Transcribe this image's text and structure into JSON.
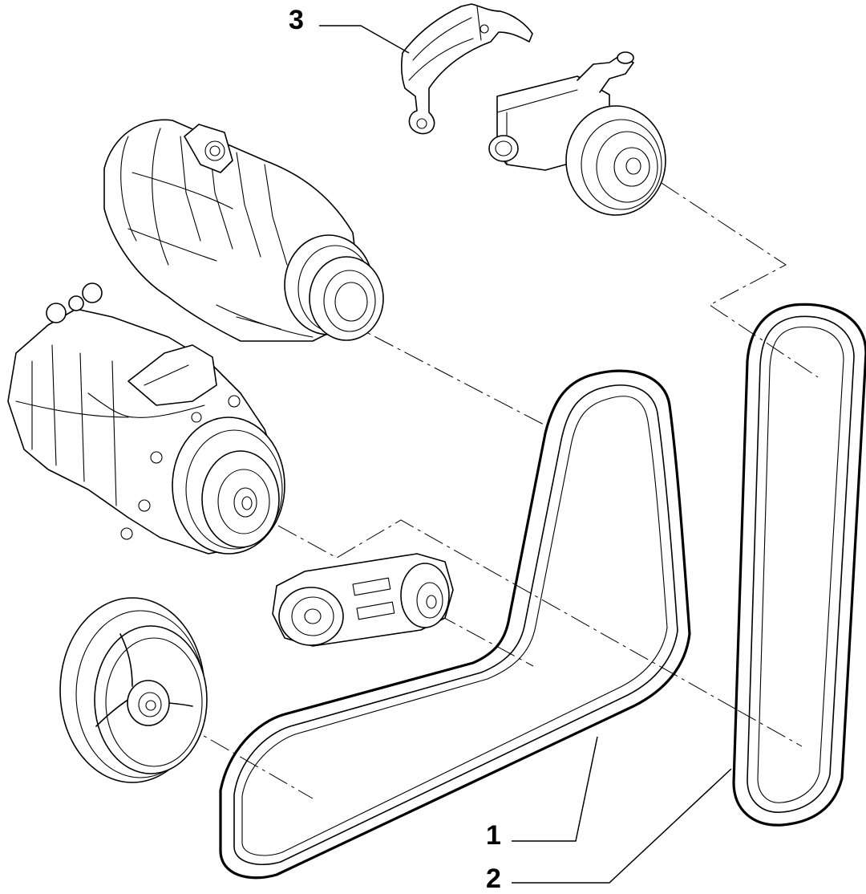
{
  "callouts": {
    "belt_serpentine": "1",
    "belt_short": "2",
    "belt_guard": "3"
  },
  "icons": [
    "belt-guard-icon",
    "power-steering-pump-icon",
    "alternator-icon",
    "ac-compressor-icon",
    "tensioner-icon",
    "crankshaft-pulley-icon"
  ]
}
